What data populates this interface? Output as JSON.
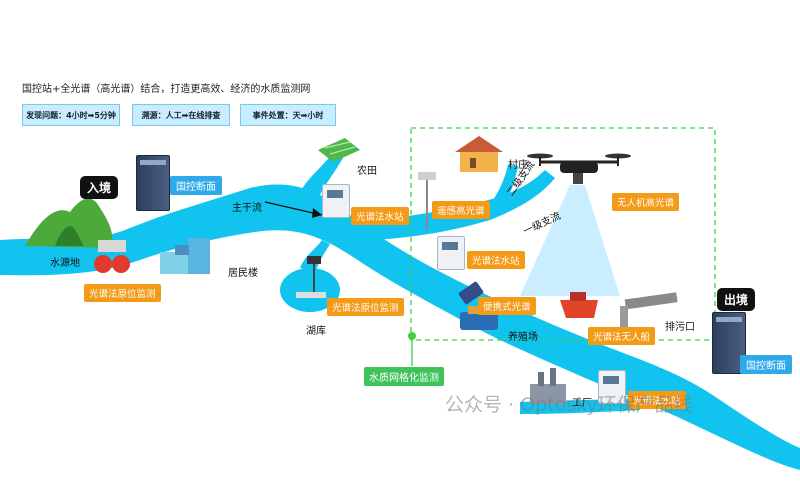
{
  "headline": "国控站+全光谱（高光谱）结合，打造更高效、经济的水质监测网",
  "info_boxes": [
    {
      "label": "发现问题：4小时➡5分钟"
    },
    {
      "label": "溯源：人工➡在线排查"
    },
    {
      "label": "事件处置：天➡小时"
    }
  ],
  "labels": {
    "entry": "入境",
    "exit": "出境",
    "national_section_left": "国控断面",
    "national_section_right": "国控断面",
    "water_source": "水源地",
    "insitu_left": "光谱法原位监测",
    "residential": "居民楼",
    "main_stream": "主干流",
    "farmland": "农田",
    "water_station_top": "光谱法水站",
    "reservoir": "湖库",
    "insitu_reservoir": "光谱法原位监测",
    "village": "村庄",
    "remote_sensing": "遥感高光谱",
    "secondary_branch": "二级支流",
    "primary_branch": "一级支流",
    "uav": "无人机高光谱",
    "water_station_mid": "光谱法水站",
    "portable": "便携式光谱",
    "aquaculture": "养殖场",
    "unmanned_boat": "光谱法无人船",
    "outfall": "排污口",
    "grid_monitoring": "水质网格化监测",
    "factory": "工厂",
    "water_station_bottom": "光谱法水站"
  },
  "watermark": "公众号 · Optosky环保产品线",
  "colors": {
    "river": "#11c3ef",
    "orange_tag": "#f39a16",
    "blue_tag": "#2fa9ea",
    "green_tag": "#3fc25a",
    "dashed_box": "#3fd13f",
    "info_box": "#c9ecff"
  }
}
